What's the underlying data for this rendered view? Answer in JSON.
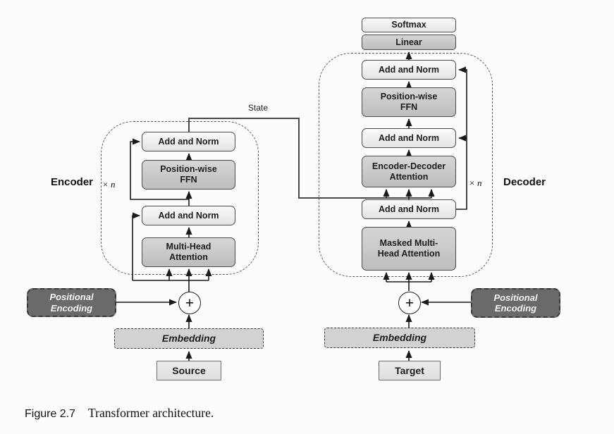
{
  "figure": {
    "label": "Figure 2.7",
    "caption": "Transformer architecture."
  },
  "labels": {
    "state": "State",
    "encoder": "Encoder",
    "decoder": "Decoder",
    "repeat": "× n",
    "plus": "+"
  },
  "encoder": {
    "add_norm_top": "Add and Norm",
    "ffn": "Position-wise FFN",
    "add_norm_bottom": "Add and Norm",
    "attention": "Multi-Head Attention",
    "positional_encoding": "Positional Encoding",
    "embedding": "Embedding",
    "input": "Source"
  },
  "decoder": {
    "softmax": "Softmax",
    "linear": "Linear",
    "add_norm_top": "Add and Norm",
    "ffn": "Position-wise FFN",
    "add_norm_mid": "Add and Norm",
    "enc_dec_attention": "Encoder-Decoder Attention",
    "add_norm_bottom": "Add and Norm",
    "masked_attention": "Masked Multi-Head Attention",
    "positional_encoding": "Positional Encoding",
    "embedding": "Embedding",
    "input": "Target"
  },
  "colors": {
    "light_box": "#efefef",
    "gray_box": "#c9c9c9",
    "dark_box": "#6a6a6a",
    "embedding_box": "#d2d2d2",
    "line": "#1a1a1a",
    "background": "#fcfcfb"
  }
}
